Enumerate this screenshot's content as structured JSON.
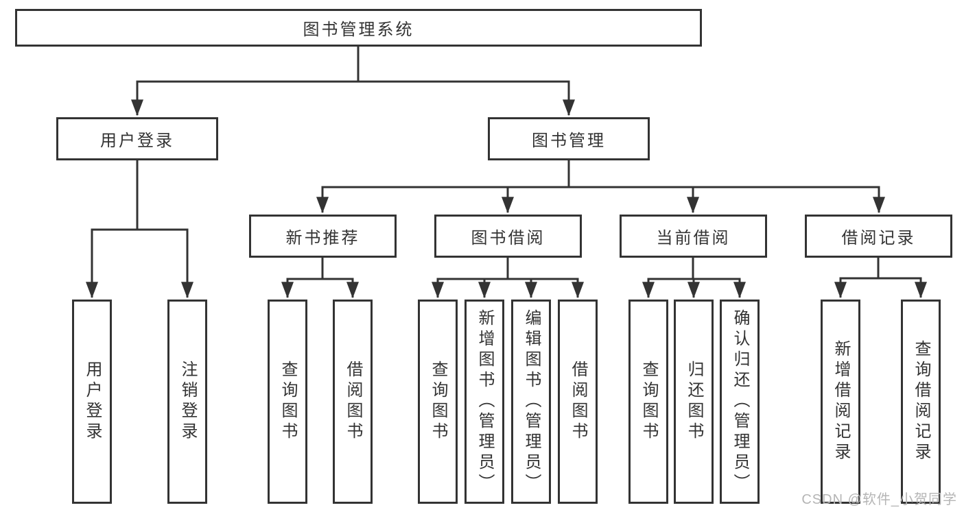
{
  "tree": {
    "root": "图书管理系统",
    "children": [
      {
        "label": "用户登录",
        "children": [
          "用户登录",
          "注销登录"
        ]
      },
      {
        "label": "图书管理",
        "children": [
          {
            "label": "新书推荐",
            "children": [
              "查询图书",
              "借阅图书"
            ]
          },
          {
            "label": "图书借阅",
            "children": [
              "查询图书",
              "新增图书（管理员）",
              "编辑图书（管理员）",
              "借阅图书"
            ]
          },
          {
            "label": "当前借阅",
            "children": [
              "查询图书",
              "归还图书",
              "确认归还（管理员）"
            ]
          },
          {
            "label": "借阅记录",
            "children": [
              "新增借阅记录",
              "查询借阅记录"
            ]
          }
        ]
      }
    ]
  },
  "watermark": "CSDN @软件_小贺同学",
  "colors": {
    "stroke": "#333333",
    "text": "#333333",
    "watermark_text": "#b5b5b5",
    "background": "#ffffff"
  }
}
